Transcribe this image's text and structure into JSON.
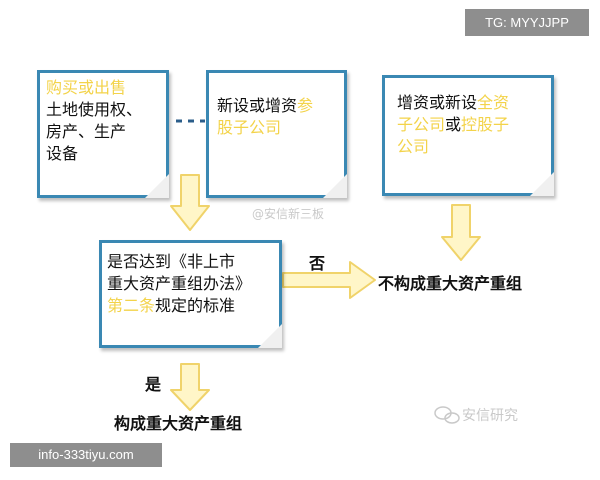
{
  "header_tag": "TG: MYYJJPP",
  "footer_tag": "info-333tiyu.com",
  "colors": {
    "box_border": "#3a88b3",
    "highlight": "#f3d34a",
    "arrow_fill": "#fff6c8",
    "arrow_stroke": "#f0d36a"
  },
  "boxes": {
    "box1": {
      "line1_hl": "购买或出售",
      "line2": "土地使用权、",
      "line3": "房产、生产",
      "line4": "设备"
    },
    "box2": {
      "line1_plain": "新设或增资",
      "line1_hl": "参",
      "line2_hl": "股子公司"
    },
    "box3": {
      "line1_plain": "增资或新设",
      "line1_hl": "全资",
      "line2_hl1": "子公司",
      "line2_plain": "或",
      "line2_hl2": "控股子",
      "line3_hl": "公司"
    },
    "box4": {
      "line1": "是否达到《非上市",
      "line2": "重大资产重组办法》",
      "line3_hl": "第二条",
      "line3_plain": "规定的标准"
    }
  },
  "decision": {
    "no_label": "否",
    "yes_label": "是"
  },
  "outcomes": {
    "not_restructuring": "不构成重大资产重组",
    "restructuring": "构成重大资产重组"
  },
  "watermarks": {
    "middle": "@安信新三板",
    "bottom_right": "安信研究"
  }
}
